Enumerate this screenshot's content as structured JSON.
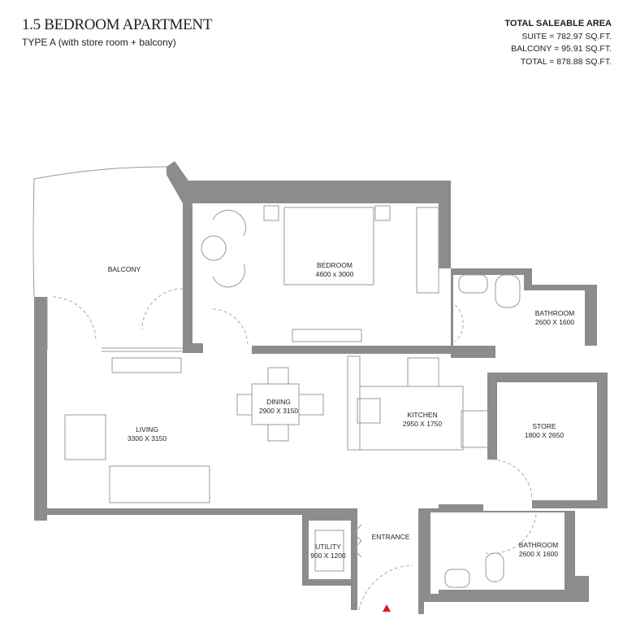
{
  "header": {
    "title": "1.5 BEDROOM APARTMENT",
    "subtitle": "TYPE A (with store room + balcony)"
  },
  "area": {
    "heading": "TOTAL SALEABLE AREA",
    "suite": "SUITE = 782.97 SQ.FT.",
    "balcony": "BALCONY = 95.91 SQ.FT.",
    "total": "TOTAL = 878.88 SQ.FT."
  },
  "rooms": {
    "balcony": {
      "name": "BALCONY"
    },
    "bedroom": {
      "name": "BEDROOM",
      "dims": "4600 x 3000"
    },
    "bathroom1": {
      "name": "BATHROOM",
      "dims": "2600 X 1600"
    },
    "dining": {
      "name": "DINING",
      "dims": "2900 X 3150"
    },
    "kitchen": {
      "name": "KITCHEN",
      "dims": "2950 X 1750"
    },
    "store": {
      "name": "STORE",
      "dims": "1800 X 2650"
    },
    "living": {
      "name": "LIVING",
      "dims": "3300 X 3150"
    },
    "utility": {
      "name": "UTILITY",
      "dims": "900 X 1200"
    },
    "entrance": {
      "name": "ENTRANCE"
    },
    "bathroom2": {
      "name": "BATHROOM",
      "dims": "2600 X 1600"
    }
  },
  "colors": {
    "wall": "#8c8c8c",
    "entrance_marker": "#e0191b"
  }
}
